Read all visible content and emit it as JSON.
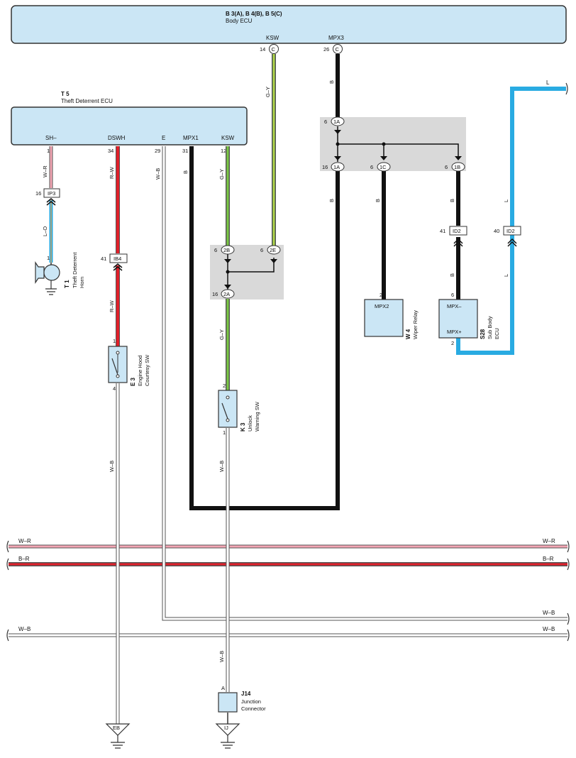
{
  "colors": {
    "ecu_fill": "#cbe6f5",
    "junction_fill": "#d9d9d9",
    "wire_black": "#111111",
    "wire_red": "#e0202a",
    "wire_green": "#7ac943",
    "wire_blue": "#29abe2",
    "wire_pink": "#f4a6b4"
  },
  "body_ecu": {
    "code": "B 3(A), B 4(B), B 5(C)",
    "name": "Body ECU",
    "pins": [
      {
        "label": "KSW",
        "num": "14",
        "conn": "C"
      },
      {
        "label": "MPX3",
        "num": "26",
        "conn": "C"
      }
    ]
  },
  "theft_ecu": {
    "code": "T 5",
    "name": "Theft Deterrent ECU",
    "pins": [
      {
        "label": "SH–",
        "num": "1"
      },
      {
        "label": "DSWH",
        "num": "34"
      },
      {
        "label": "E",
        "num": "29"
      },
      {
        "label": "MPX1",
        "num": "31"
      },
      {
        "label": "KSW",
        "num": "12"
      }
    ]
  },
  "wire_labels": {
    "ksw_body": "G–Y",
    "mpx3_top": "B",
    "mpx3_mid": "B",
    "sh_top": "W–R",
    "sh_mid": "L–O",
    "dswh_top": "R–W",
    "dswh_mid": "R–W",
    "e_wire": "W–B",
    "mpx1": "B",
    "ksw_theft": "G–Y",
    "ksw_mid": "G–Y",
    "k3_bottom": "W–B",
    "k3_lower": "W–B",
    "e3_bottom": "W–B",
    "wiper": "B",
    "sub_body_top": "B",
    "sub_body_mid": "B",
    "blue_top": "L",
    "blue_right": "L",
    "blue_mid": "L"
  },
  "connectors": {
    "ip3": {
      "label": "IP3",
      "num": "16"
    },
    "ib4": {
      "label": "IB4",
      "num": "41"
    },
    "id2_a": {
      "label": "ID2",
      "num": "41"
    },
    "id2_b": {
      "label": "ID2",
      "num": "40"
    }
  },
  "junction_left": {
    "nodes": [
      {
        "label": "2B",
        "num": "6"
      },
      {
        "label": "2E",
        "num": "6"
      },
      {
        "label": "2A",
        "num": "16"
      }
    ]
  },
  "junction_right": {
    "nodes": [
      {
        "label": "1A",
        "num": "6"
      },
      {
        "label": "1A",
        "num": "16"
      },
      {
        "label": "1C",
        "num": "6"
      },
      {
        "label": "1B",
        "num": "6"
      }
    ]
  },
  "components": {
    "horn": {
      "code": "T 1",
      "name1": "Theft Deterrent",
      "name2": "Horn",
      "pin": "1"
    },
    "e3": {
      "code": "E 3",
      "name1": "Engine Hood",
      "name2": "Courtesy SW",
      "pin_top": "1",
      "pin_bottom": "4"
    },
    "k3": {
      "code": "K 3",
      "name1": "Unlock",
      "name2": "Warning SW",
      "pin_top": "2",
      "pin_bottom": "1"
    },
    "w4": {
      "code": "W 4",
      "name": "Wiper Relay",
      "box_label": "MPX2",
      "pin": "2"
    },
    "s28": {
      "code": "S28",
      "name1": "Sub Body",
      "name2": "ECU",
      "label_top": "MPX–",
      "label_bottom": "MPX+",
      "pin_top": "6",
      "pin_bottom": "2"
    },
    "j14": {
      "code": "J14",
      "name1": "Junction",
      "name2": "Connector",
      "pin": "A"
    }
  },
  "buses": [
    {
      "label_left": "W–R",
      "label_right": "W–R"
    },
    {
      "label_left": "B–R",
      "label_right": "B–R"
    },
    {
      "label_left": "",
      "label_right": "W–B"
    },
    {
      "label_left": "W–B",
      "label_right": "W–B"
    }
  ],
  "grounds": {
    "eb": "EB",
    "ij": "IJ"
  }
}
